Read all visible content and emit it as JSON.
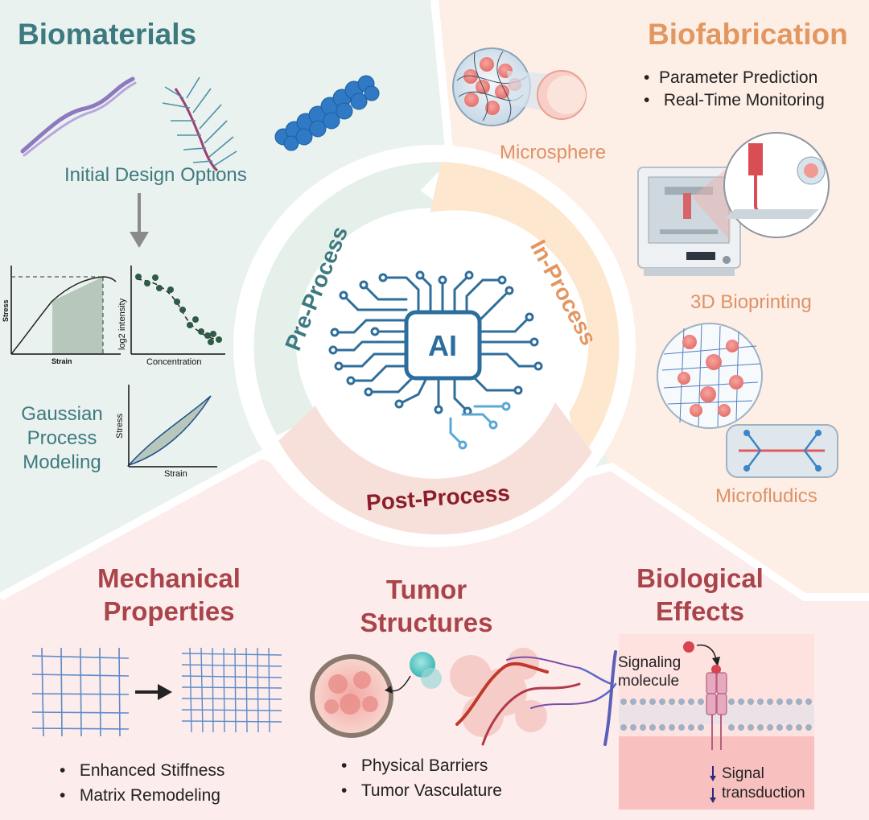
{
  "biomaterials": {
    "title": "Biomaterials",
    "initial_design": "Initial Design Options",
    "gaussian_lines": [
      "Gaussian",
      "Process",
      "Modeling"
    ],
    "chart_stress_strain": {
      "xlabel": "Strain",
      "ylabel": "Stress"
    },
    "chart_concentration": {
      "xlabel": "Concentration",
      "ylabel": "log2 intensity"
    },
    "chart_hysteresis": {
      "xlabel": "Strain",
      "ylabel": "Stress"
    }
  },
  "biofabrication": {
    "title": "Biofabrication",
    "bullets": [
      "Parameter Prediction",
      "Real-Time Monitoring"
    ],
    "microsphere": "Microsphere",
    "bioprinting": "3D Bioprinting",
    "microfluidics": "Microfludics"
  },
  "center": {
    "ai": "AI",
    "pre": "Pre-Process",
    "in": "In-Process",
    "post": "Post-Process"
  },
  "mechanical": {
    "title_lines": [
      "Mechanical",
      "Properties"
    ],
    "bullets": [
      "Enhanced Stiffness",
      "Matrix Remodeling"
    ]
  },
  "tumor": {
    "title_lines": [
      "Tumor",
      "Structures"
    ],
    "bullets": [
      "Physical Barriers",
      "Tumor Vasculature"
    ]
  },
  "biological": {
    "title_lines": [
      "Biological",
      "Effects"
    ],
    "signaling": [
      "Signaling",
      "molecule"
    ],
    "transduction": [
      "Signal",
      "transduction"
    ]
  },
  "colors": {
    "teal_panel": "#e9f2ee",
    "orange_panel": "#fdeee6",
    "red_panel": "#fdecec",
    "teal_text": "#3d7a80",
    "orange_text": "#e39760",
    "red_text": "#a9444a",
    "ai_blue": "#2b6e9e"
  }
}
